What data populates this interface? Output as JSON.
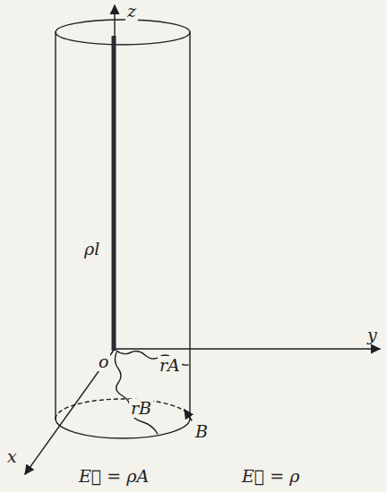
{
  "diagram": {
    "labels": [
      "z",
      "y",
      "x",
      "o",
      "ρl",
      "rA",
      "rB",
      "B",
      "E⃗ = ρA",
      "E⃗ = ρ"
    ]
  }
}
